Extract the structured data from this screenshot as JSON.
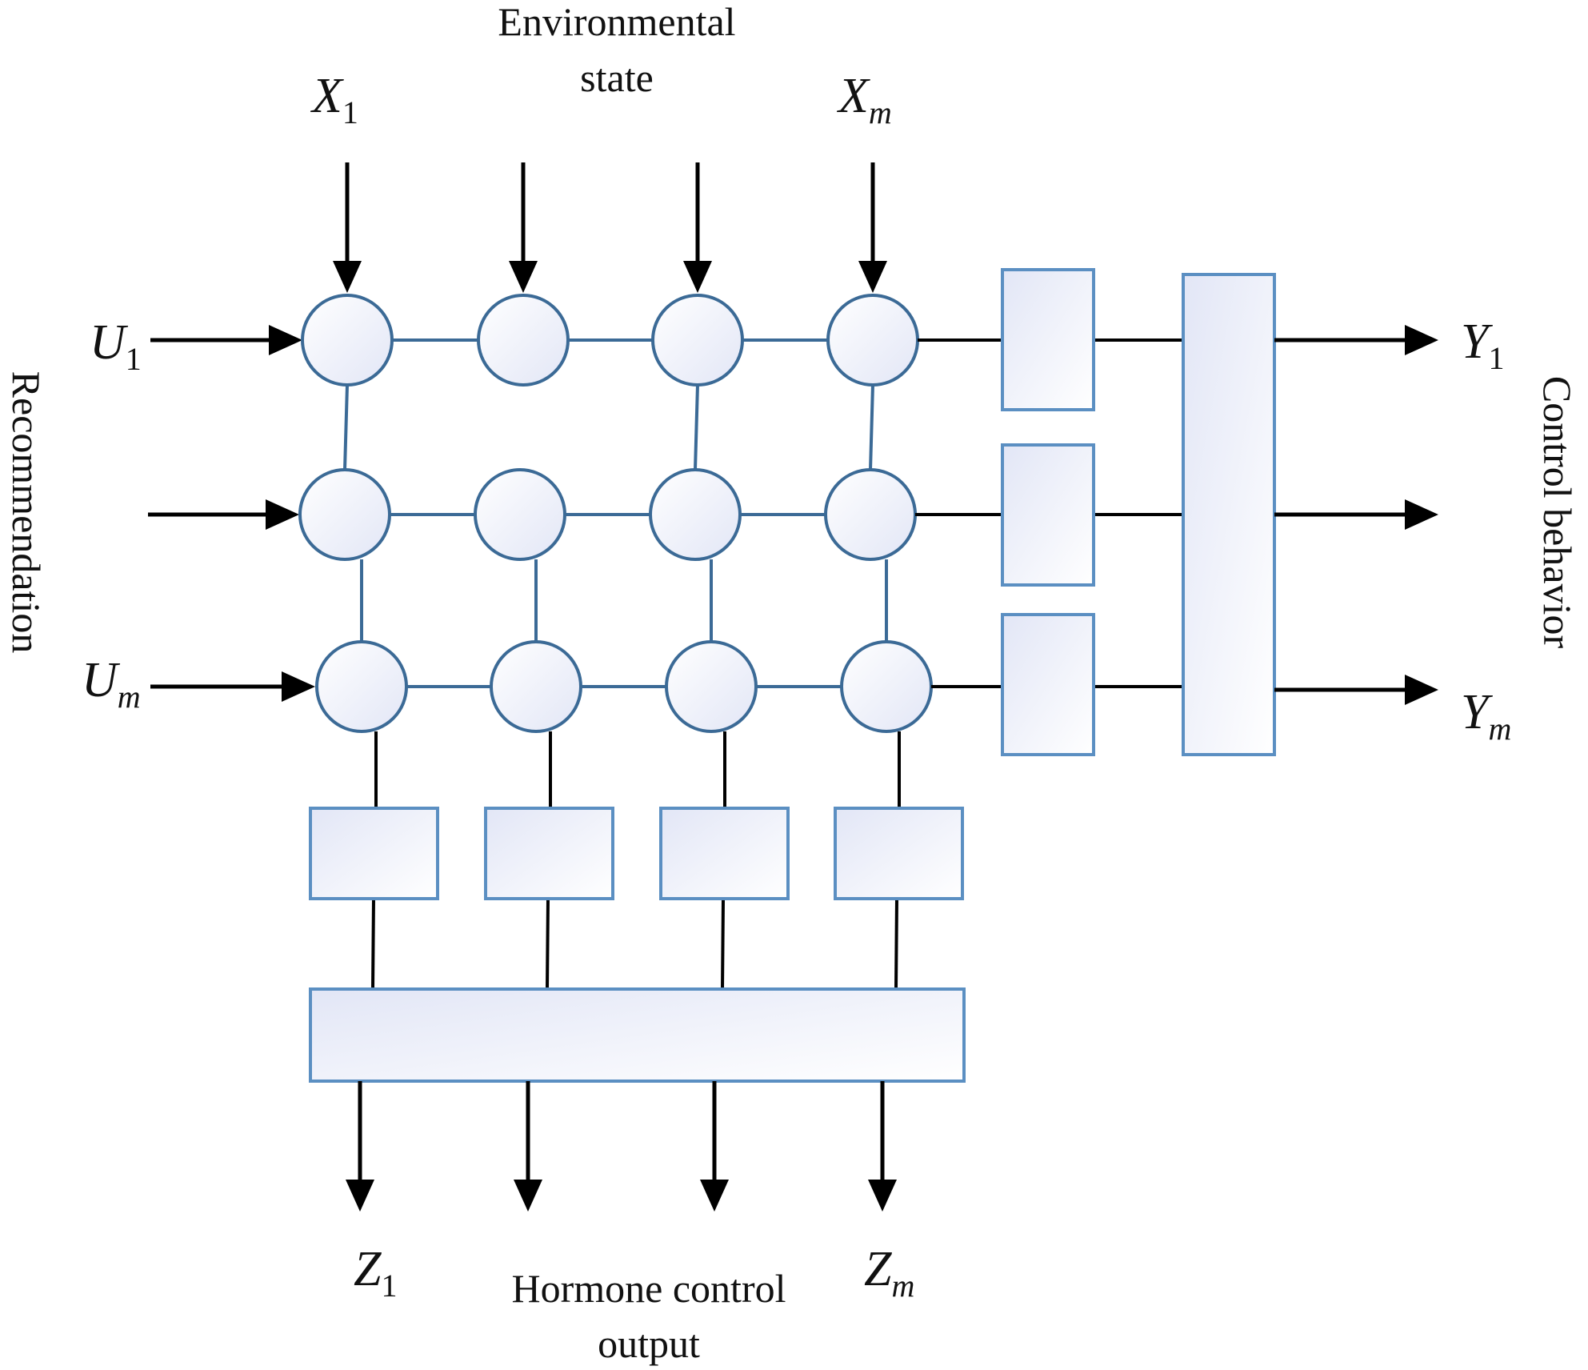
{
  "labels": {
    "environmental_state": [
      "Environmental",
      "state"
    ],
    "hormone_control_output": [
      "Hormone control",
      "output"
    ],
    "recommendation": "Recommendation",
    "control_behavior": "Control behavior"
  },
  "variables": {
    "x_first": {
      "base": "X",
      "sub": "1"
    },
    "x_last": {
      "base": "X",
      "sub": "m"
    },
    "u_first": {
      "base": "U",
      "sub": "1"
    },
    "u_last": {
      "base": "U",
      "sub": "m"
    },
    "y_first": {
      "base": "Y",
      "sub": "1"
    },
    "y_last": {
      "base": "Y",
      "sub": "m"
    },
    "z_first": {
      "base": "Z",
      "sub": "1"
    },
    "z_last": {
      "base": "Z",
      "sub": "m"
    }
  },
  "grid": {
    "rows": 3,
    "cols": 4
  },
  "colors": {
    "node_stroke": "#3b6a96",
    "box_stroke": "#5b8fc2",
    "fill_light": "#ffffff",
    "fill_tint": "#e2e6f6",
    "arrow": "#000000"
  }
}
